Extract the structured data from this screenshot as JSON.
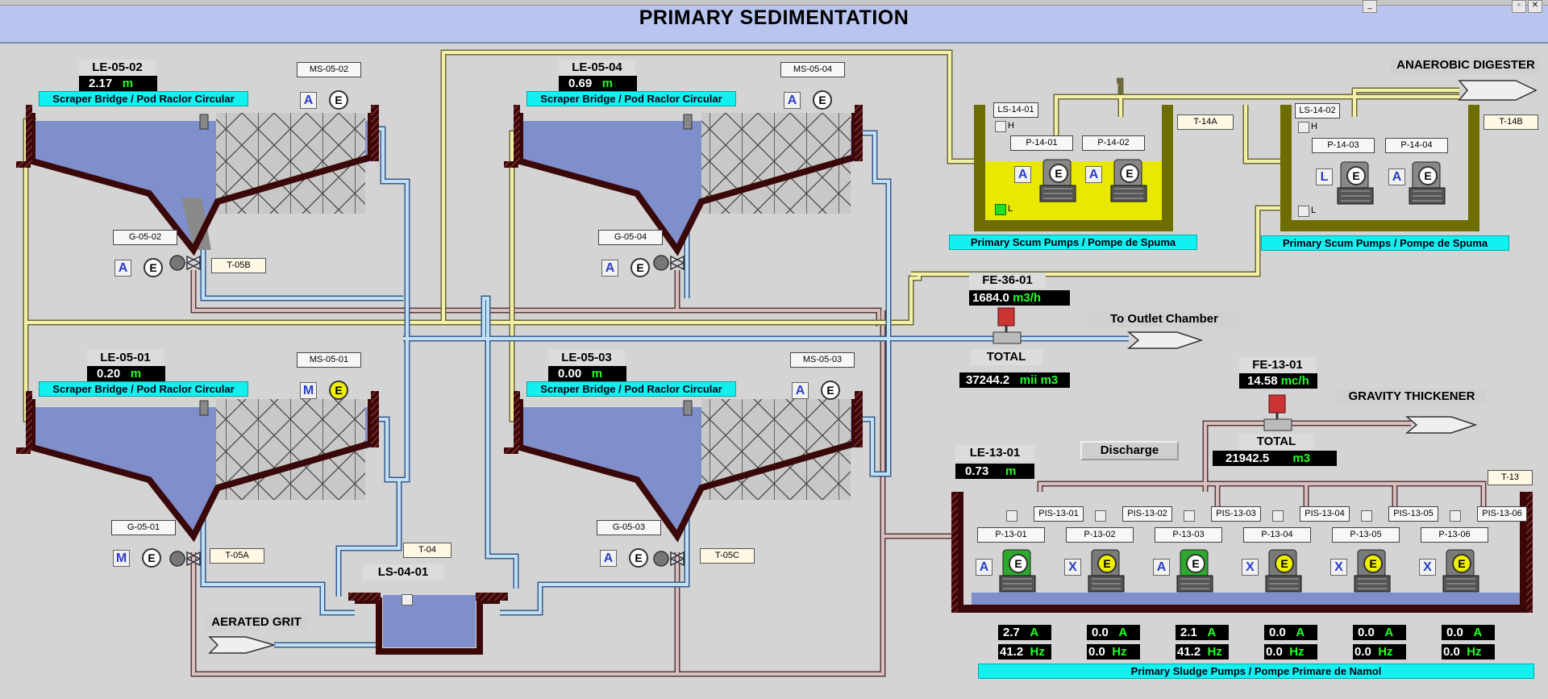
{
  "title": "PRIMARY SEDIMENTATION",
  "colors": {
    "water": "#7f8fcc",
    "tank_wall": "#3c0a0a",
    "scum": "#e8e800",
    "pipe_yellow": "#f5f0a8",
    "pipe_blue": "#bfe0f5",
    "pipe_brown": "#c9a8a8",
    "label_cyan": "#12f0f0",
    "value_green": "#22ff22"
  },
  "clarifiers": [
    {
      "level_tag": "LE-05-02",
      "level_value": "2.17",
      "level_unit": "m",
      "bridge_label": "Scraper Bridge / Pod Raclor Circular",
      "ms_tag": "MS-05-02",
      "ms_mode": "A",
      "ms_state": "E",
      "gate_tag": "G-05-02",
      "gate_mode": "A",
      "gate_state": "E",
      "valve_tag": "T-05B"
    },
    {
      "level_tag": "LE-05-04",
      "level_value": "0.69",
      "level_unit": "m",
      "bridge_label": "Scraper Bridge / Pod Raclor Circular",
      "ms_tag": "MS-05-04",
      "ms_mode": "A",
      "ms_state": "E",
      "gate_tag": "G-05-04",
      "gate_mode": "A",
      "gate_state": "E",
      "valve_tag": ""
    },
    {
      "level_tag": "LE-05-01",
      "level_value": "0.20",
      "level_unit": "m",
      "bridge_label": "Scraper Bridge / Pod Raclor Circular",
      "ms_tag": "MS-05-01",
      "ms_mode": "M",
      "ms_state": "E",
      "gate_tag": "G-05-01",
      "gate_mode": "M",
      "gate_state": "E",
      "valve_tag": "T-05A"
    },
    {
      "level_tag": "LE-05-03",
      "level_value": "0.00",
      "level_unit": "m",
      "bridge_label": "Scraper Bridge / Pod Raclor Circular",
      "ms_tag": "MS-05-03",
      "ms_mode": "A",
      "ms_state": "E",
      "gate_tag": "G-05-03",
      "gate_mode": "A",
      "gate_state": "E",
      "valve_tag": "T-05C"
    }
  ],
  "scum_pits": [
    {
      "ls_tag": "LS-14-01",
      "tank_tag": "T-14A",
      "caption": "Primary Scum Pumps / Pompe de Spuma",
      "level_h": "H",
      "level_l": "L",
      "pumps": [
        {
          "tag": "P-14-01",
          "mode": "A",
          "state": "E"
        },
        {
          "tag": "P-14-02",
          "mode": "A",
          "state": "E"
        }
      ]
    },
    {
      "ls_tag": "LS-14-02",
      "tank_tag": "T-14B",
      "caption": "Primary Scum Pumps / Pompe de Spuma",
      "level_h": "H",
      "level_l": "L",
      "pumps": [
        {
          "tag": "P-14-03",
          "mode": "L",
          "state": "E"
        },
        {
          "tag": "P-14-04",
          "mode": "A",
          "state": "E"
        }
      ]
    }
  ],
  "destinations": {
    "digester": "ANAEROBIC DIGESTER",
    "outlet": "To Outlet Chamber",
    "thickener": "GRAVITY THICKENER",
    "grit": "AERATED GRIT"
  },
  "flow_outlet": {
    "tag": "FE-36-01",
    "value": "1684.0",
    "unit": "m3/h",
    "total_label": "TOTAL",
    "total_value": "37244.2",
    "total_unit": "mii m3"
  },
  "flow_sludge": {
    "tag": "FE-13-01",
    "value": "14.58",
    "unit": "mc/h",
    "total_label": "TOTAL",
    "total_value": "21942.5",
    "total_unit": "m3"
  },
  "grit": {
    "tag": "LS-04-01",
    "tank_tag": "T-04"
  },
  "sludge_pit": {
    "level_tag": "LE-13-01",
    "level_value": "0.73",
    "level_unit": "m",
    "tank_tag": "T-13",
    "discharge_button": "Discharge",
    "caption": "Primary Sludge Pumps / Pompe Primare de Namol",
    "pumps": [
      {
        "pis": "PIS-13-01",
        "tag": "P-13-01",
        "mode": "A",
        "state": "E",
        "running": true,
        "current": "2.7",
        "current_unit": "A",
        "freq": "41.2",
        "freq_unit": "Hz"
      },
      {
        "pis": "PIS-13-02",
        "tag": "P-13-02",
        "mode": "X",
        "state": "E",
        "running": false,
        "current": "0.0",
        "current_unit": "A",
        "freq": "0.0",
        "freq_unit": "Hz"
      },
      {
        "pis": "PIS-13-03",
        "tag": "P-13-03",
        "mode": "A",
        "state": "E",
        "running": true,
        "current": "2.1",
        "current_unit": "A",
        "freq": "41.2",
        "freq_unit": "Hz"
      },
      {
        "pis": "PIS-13-04",
        "tag": "P-13-04",
        "mode": "X",
        "state": "E",
        "running": false,
        "current": "0.0",
        "current_unit": "A",
        "freq": "0.0",
        "freq_unit": "Hz"
      },
      {
        "pis": "PIS-13-05",
        "tag": "P-13-05",
        "mode": "X",
        "state": "E",
        "running": false,
        "current": "0.0",
        "current_unit": "A",
        "freq": "0.0",
        "freq_unit": "Hz"
      },
      {
        "pis": "PIS-13-06",
        "tag": "P-13-06",
        "mode": "X",
        "state": "E",
        "running": false,
        "current": "0.0",
        "current_unit": "A",
        "freq": "0.0",
        "freq_unit": "Hz"
      }
    ]
  }
}
